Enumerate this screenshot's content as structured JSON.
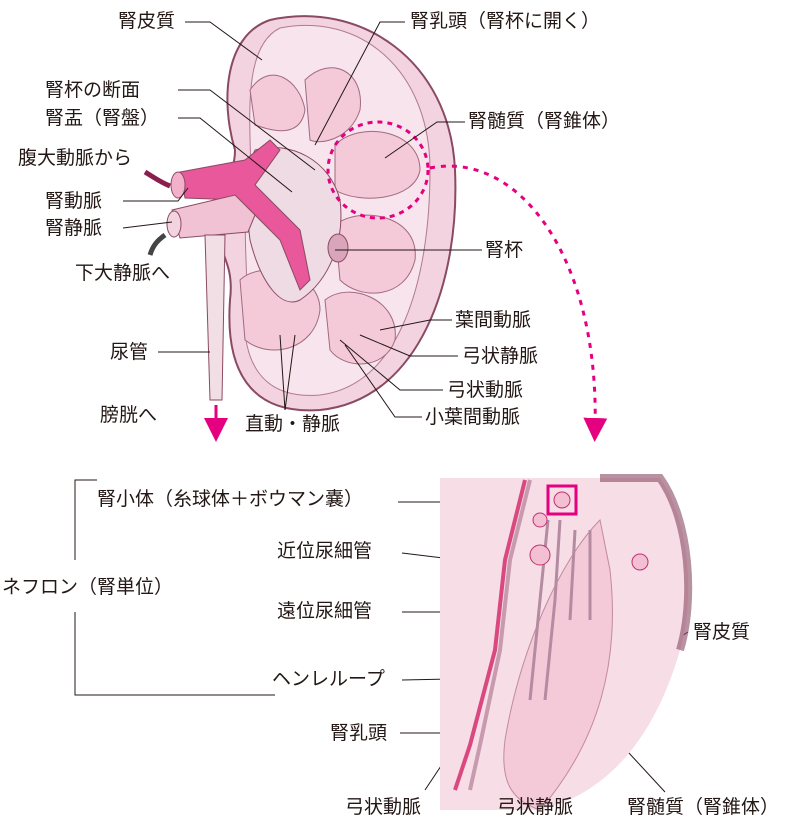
{
  "kidney": {
    "cortex": "腎皮質",
    "papilla_opening": "腎乳頭（腎杯に開く）",
    "calyx_section": "腎杯の断面",
    "pelvis": "腎盂（腎盤）",
    "medulla": "腎髄質（腎錐体）",
    "from_aorta": "腹大動脈から",
    "renal_artery": "腎動脈",
    "renal_vein": "腎静脈",
    "to_ivc": "下大静脈へ",
    "calyx": "腎杯",
    "interlobar_artery": "葉間動脈",
    "arcuate_vein": "弓状静脈",
    "arcuate_artery": "弓状動脈",
    "interlobular_artery": "小葉間動脈",
    "ureter": "尿管",
    "to_bladder": "膀胱へ",
    "vasa_recta": "直動・静脈"
  },
  "nephron": {
    "title": "ネフロン（腎単位）",
    "renal_corpuscle": "腎小体（糸球体＋ボウマン嚢）",
    "proximal_tubule": "近位尿細管",
    "distal_tubule": "遠位尿細管",
    "loop_of_henle": "ヘンレループ",
    "papilla": "腎乳頭",
    "arcuate_artery": "弓状動脈",
    "arcuate_vein": "弓状静脈",
    "medulla": "腎髄質（腎錐体）",
    "cortex": "腎皮質"
  },
  "colors": {
    "accent": "#e4007f",
    "artery": "#e8589a",
    "tissue": "#f6dde6",
    "outline": "#8a4a63"
  }
}
